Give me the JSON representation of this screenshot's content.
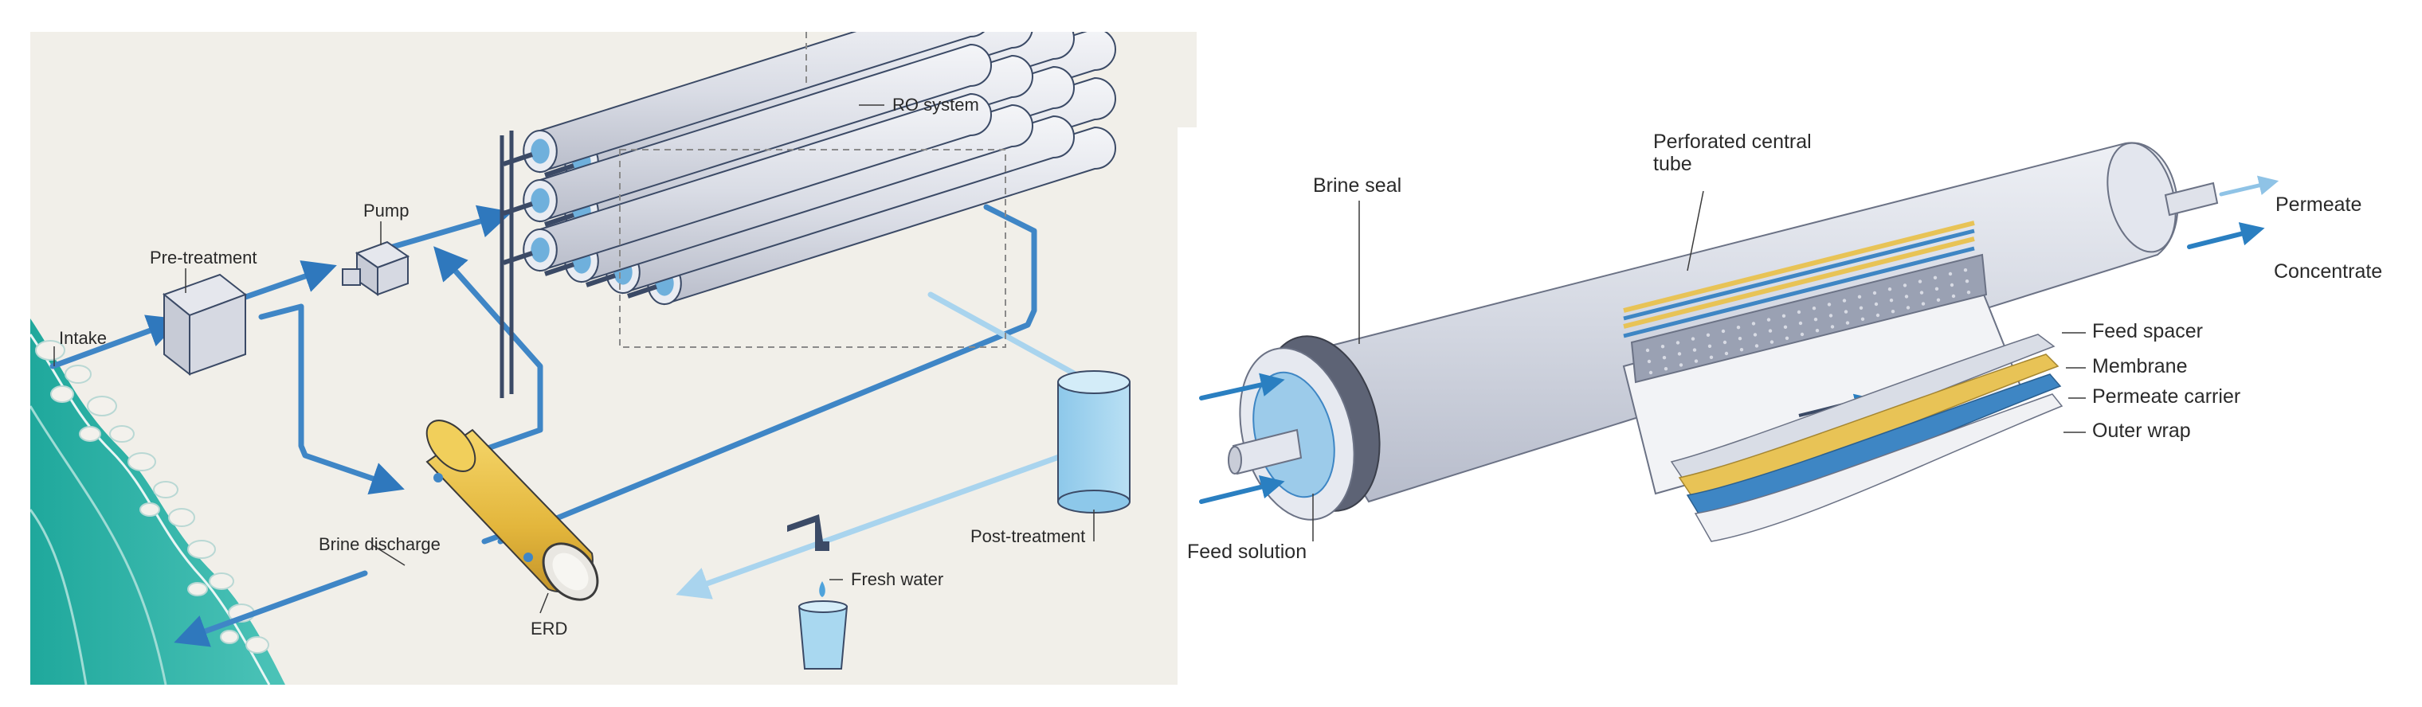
{
  "left_diagram": {
    "labels": {
      "intake": "Intake",
      "pretreatment": "Pre-treatment",
      "pump": "Pump",
      "ro_system": "RO system",
      "brine_discharge": "Brine discharge",
      "erd": "ERD",
      "post_treatment": "Post-treatment",
      "fresh_water": "Fresh water"
    },
    "colors": {
      "background": "#f1efe9",
      "sea": "#2bb3a8",
      "pipe_blue": "#3f86c6",
      "pipe_light": "#a9d4ee",
      "erd_yellow": "#e9c148",
      "membrane_grey": "#d9dde6"
    }
  },
  "right_diagram": {
    "labels": {
      "perforated_central_tube": "Perforated central\ntube",
      "brine_seal": "Brine seal",
      "permeate": "Permeate",
      "concentrate": "Concentrate",
      "feed_spacer": "Feed spacer",
      "membrane": "Membrane",
      "permeate_carrier": "Permeate carrier",
      "outer_wrap": "Outer wrap",
      "feed_solution": "Feed solution"
    },
    "colors": {
      "housing": "#d3d8e3",
      "arrow_blue": "#2a7fc1",
      "layer_yellow": "#e8c356",
      "layer_blue": "#3e86c4"
    }
  }
}
